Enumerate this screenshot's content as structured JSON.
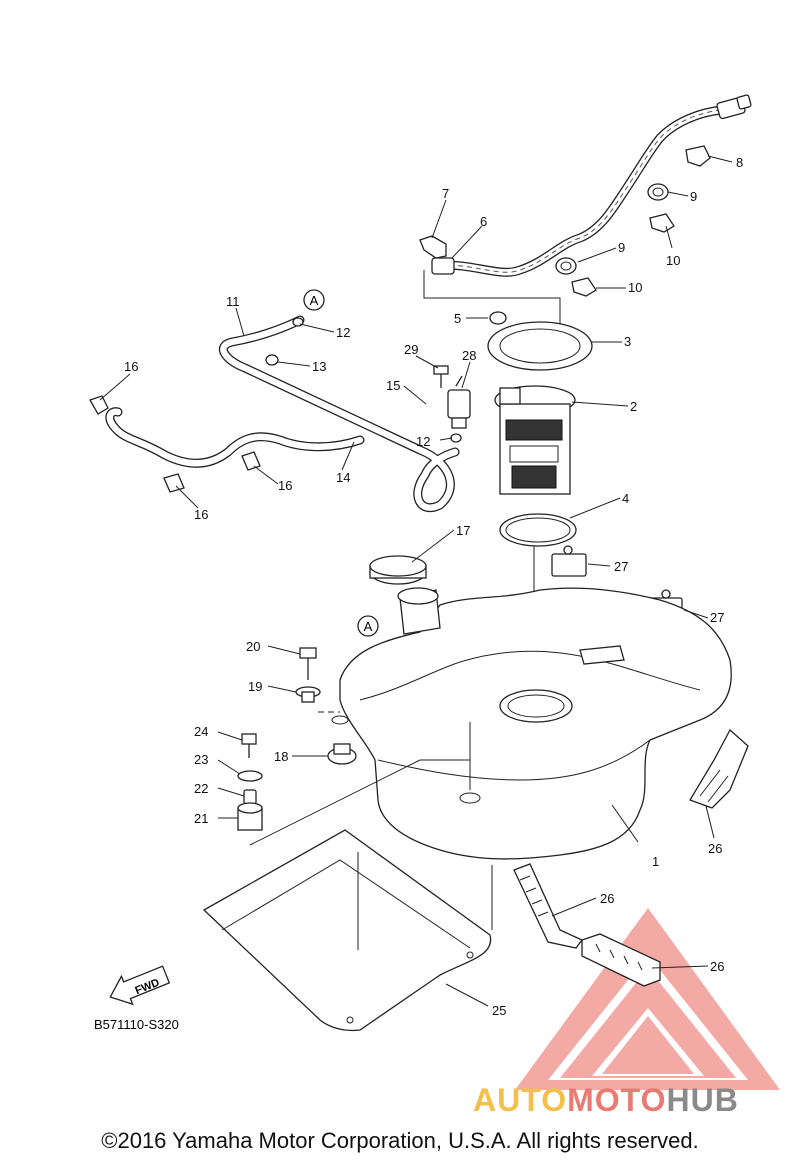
{
  "diagram_code": "B571110-S320",
  "copyright": "©2016 Yamaha Motor Corporation, U.S.A. All rights reserved.",
  "fwd_label": "FWD",
  "ref_marker": "A",
  "watermark": {
    "part1": "AUTO",
    "part2": "MOTO",
    "part3": "HUB",
    "colors": {
      "yellow": "#f5c04a",
      "red": "#ea7a72",
      "gray": "#8a8a8a"
    }
  },
  "callouts": [
    {
      "id": "c1",
      "text": "1"
    },
    {
      "id": "c2",
      "text": "2"
    },
    {
      "id": "c3",
      "text": "3"
    },
    {
      "id": "c4",
      "text": "4"
    },
    {
      "id": "c5",
      "text": "5"
    },
    {
      "id": "c6",
      "text": "6"
    },
    {
      "id": "c7",
      "text": "7"
    },
    {
      "id": "c8",
      "text": "8"
    },
    {
      "id": "c9a",
      "text": "9"
    },
    {
      "id": "c9b",
      "text": "9"
    },
    {
      "id": "c10a",
      "text": "10"
    },
    {
      "id": "c10b",
      "text": "10"
    },
    {
      "id": "c11",
      "text": "11"
    },
    {
      "id": "c12a",
      "text": "12"
    },
    {
      "id": "c12b",
      "text": "12"
    },
    {
      "id": "c13",
      "text": "13"
    },
    {
      "id": "c14",
      "text": "14"
    },
    {
      "id": "c15",
      "text": "15"
    },
    {
      "id": "c16a",
      "text": "16"
    },
    {
      "id": "c16b",
      "text": "16"
    },
    {
      "id": "c16c",
      "text": "16"
    },
    {
      "id": "c17",
      "text": "17"
    },
    {
      "id": "c18",
      "text": "18"
    },
    {
      "id": "c19",
      "text": "19"
    },
    {
      "id": "c20",
      "text": "20"
    },
    {
      "id": "c21",
      "text": "21"
    },
    {
      "id": "c22",
      "text": "22"
    },
    {
      "id": "c23",
      "text": "23"
    },
    {
      "id": "c24",
      "text": "24"
    },
    {
      "id": "c25",
      "text": "25"
    },
    {
      "id": "c26a",
      "text": "26"
    },
    {
      "id": "c26b",
      "text": "26"
    },
    {
      "id": "c26c",
      "text": "26"
    },
    {
      "id": "c27a",
      "text": "27"
    },
    {
      "id": "c27b",
      "text": "27"
    },
    {
      "id": "c28",
      "text": "28"
    },
    {
      "id": "c29",
      "text": "29"
    }
  ]
}
